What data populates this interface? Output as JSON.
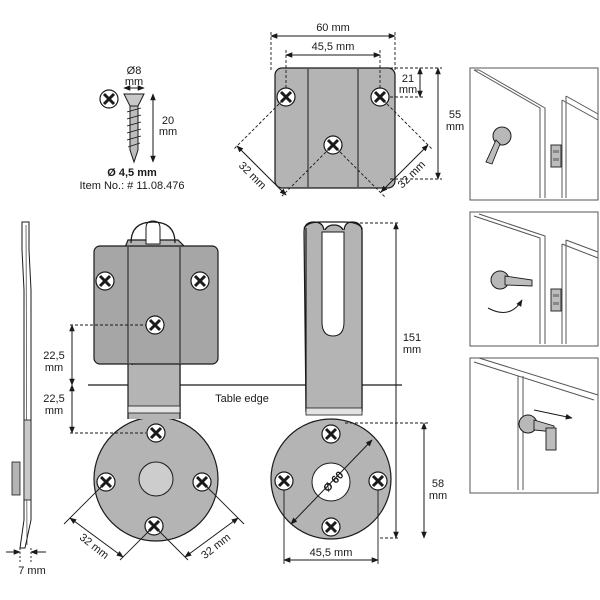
{
  "screw": {
    "head_diameter_symbol": "Ø8",
    "head_diameter_unit": "mm",
    "length_value": "20",
    "length_unit": "mm",
    "thread_diameter": "Ø 4,5 mm",
    "item_number": "Item No.: # 11.08.476"
  },
  "plate_top": {
    "width_outer": "60 mm",
    "width_inner": "45,5 mm",
    "hole_offset_value": "21",
    "hole_offset_unit": "mm",
    "height_value": "55",
    "height_unit": "mm",
    "diag_left": "32 mm",
    "diag_right": "32 mm"
  },
  "side_view": {
    "thickness": "7 mm"
  },
  "front_view": {
    "upper_spacing_value": "22,5",
    "upper_spacing_unit": "mm",
    "lower_spacing_value": "22,5",
    "lower_spacing_unit": "mm",
    "table_edge": "Table edge",
    "diag_left": "32 mm",
    "diag_right": "32 mm"
  },
  "back_view": {
    "length_value": "151",
    "length_unit": "mm",
    "disc_diameter": "Ø 60",
    "disc_height_value": "58",
    "disc_height_unit": "mm",
    "hole_spacing": "45,5 mm"
  },
  "colors": {
    "metal": "#b4b4b4",
    "metal_dark": "#a2a2a2",
    "line": "#1a1a1a",
    "panel_border": "#555555"
  }
}
